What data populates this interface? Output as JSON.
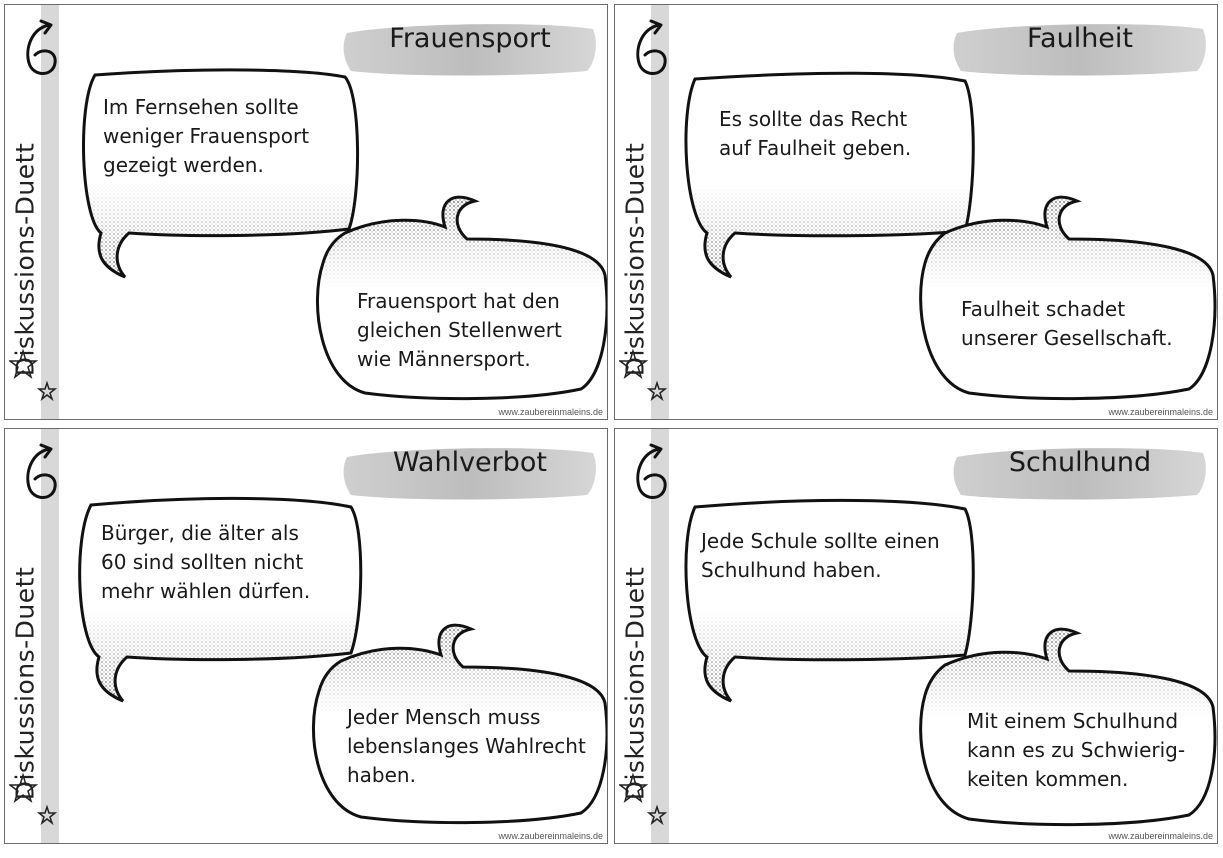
{
  "side_label": "Diskussions-Duett",
  "footer": "www.zaubereinmaleins.de",
  "cards": [
    {
      "title": "Frauensport",
      "statement": "Im Fernsehen sollte\nweniger Frauensport\ngezeigt werden.",
      "response": "Frauensport hat den\ngleichen Stellenwert\nwie Männersport."
    },
    {
      "title": "Faulheit",
      "statement": "Es sollte das Recht\nauf Faulheit geben.",
      "response": "Faulheit schadet\nunserer Gesellschaft."
    },
    {
      "title": "Wahlverbot",
      "statement": "Bürger, die älter als\n60 sind sollten nicht\nmehr wählen dürfen.",
      "response": "Jeder Mensch muss\nlebenslanges Wahlrecht\nhaben."
    },
    {
      "title": "Schulhund",
      "statement": "Jede Schule sollte einen\nSchulhund haben.",
      "response": "Mit einem Schulhund\nkann es zu Schwierig-\nkeiten kommen."
    }
  ]
}
